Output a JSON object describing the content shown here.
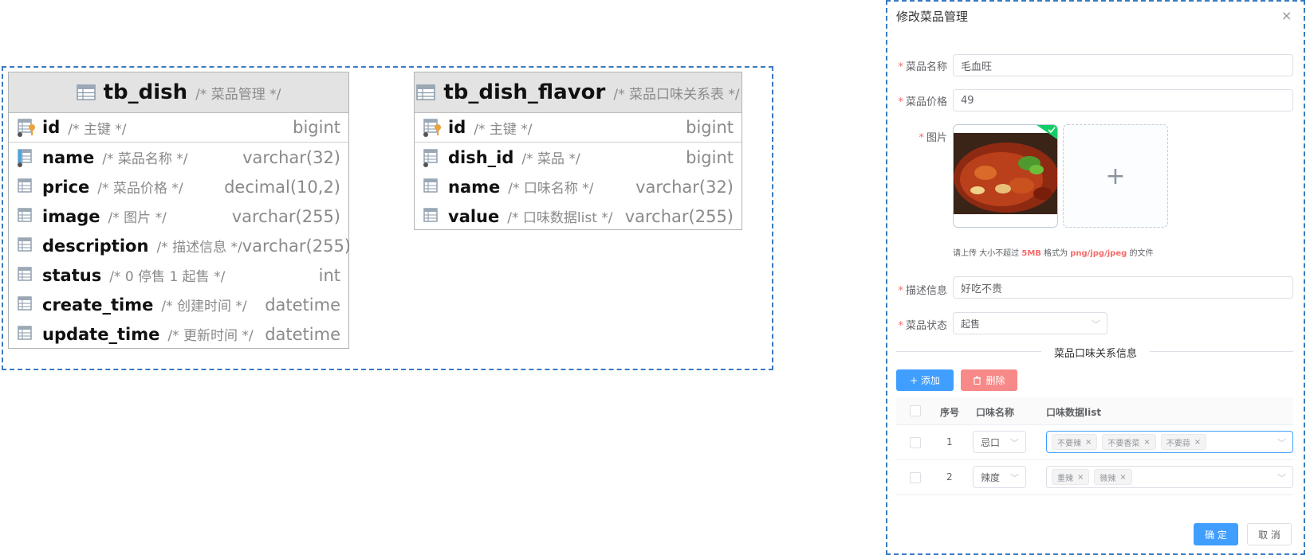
{
  "er": {
    "tables": [
      {
        "name": "tb_dish",
        "comment": "/* 菜品管理 */",
        "columns": [
          {
            "name": "id",
            "comment": "/* 主键 */",
            "type": "bigint",
            "key": "pk"
          },
          {
            "name": "name",
            "comment": "/* 菜品名称 */",
            "type": "varchar(32)",
            "key": "unique"
          },
          {
            "name": "price",
            "comment": "/* 菜品价格 */",
            "type": "decimal(10,2)",
            "key": "none"
          },
          {
            "name": "image",
            "comment": "/* 图片 */",
            "type": "varchar(255)",
            "key": "none"
          },
          {
            "name": "description",
            "comment": "/* 描述信息 */",
            "type": "varchar(255)",
            "key": "none"
          },
          {
            "name": "status",
            "comment": "/* 0 停售 1 起售 */",
            "type": "int",
            "key": "none"
          },
          {
            "name": "create_time",
            "comment": "/* 创建时间 */",
            "type": "datetime",
            "key": "none"
          },
          {
            "name": "update_time",
            "comment": "/* 更新时间 */",
            "type": "datetime",
            "key": "none"
          }
        ]
      },
      {
        "name": "tb_dish_flavor",
        "comment": "/* 菜品口味关系表 */",
        "columns": [
          {
            "name": "id",
            "comment": "/* 主键 */",
            "type": "bigint",
            "key": "pk"
          },
          {
            "name": "dish_id",
            "comment": "/* 菜品 */",
            "type": "bigint",
            "key": "fk"
          },
          {
            "name": "name",
            "comment": "/* 口味名称 */",
            "type": "varchar(32)",
            "key": "none"
          },
          {
            "name": "value",
            "comment": "/* 口味数据list */",
            "type": "varchar(255)",
            "key": "none"
          }
        ]
      }
    ]
  },
  "dialog": {
    "title": "修改菜品管理",
    "close": "×",
    "fields": {
      "name": {
        "label": "菜品名称",
        "value": "毛血旺"
      },
      "price": {
        "label": "菜品价格",
        "value": "49"
      },
      "image": {
        "label": "图片"
      },
      "description": {
        "label": "描述信息",
        "value": "好吃不贵"
      },
      "status": {
        "label": "菜品状态",
        "value": "起售"
      }
    },
    "upload_tip": {
      "prefix": "请上传 大小不超过 ",
      "size": "5MB",
      "middle": " 格式为 ",
      "formats": "png/jpg/jpeg",
      "suffix": " 的文件"
    },
    "plus": "+",
    "section_title": "菜品口味关系信息",
    "add_button": "+ 添加",
    "delete_button": "删除",
    "grid": {
      "headers": [
        "序号",
        "口味名称",
        "口味数据list"
      ],
      "rows": [
        {
          "index": "1",
          "flavor": "忌口",
          "tags": [
            "不要辣",
            "不要香菜",
            "不要蒜"
          ]
        },
        {
          "index": "2",
          "flavor": "辣度",
          "tags": [
            "重辣",
            "微辣"
          ]
        }
      ]
    },
    "confirm_button": "确 定",
    "cancel_button": "取 消"
  },
  "colors": {
    "primary": "#409eff",
    "danger": "#f78989",
    "required": "#f56c6c",
    "frame": "#3a7abf"
  }
}
